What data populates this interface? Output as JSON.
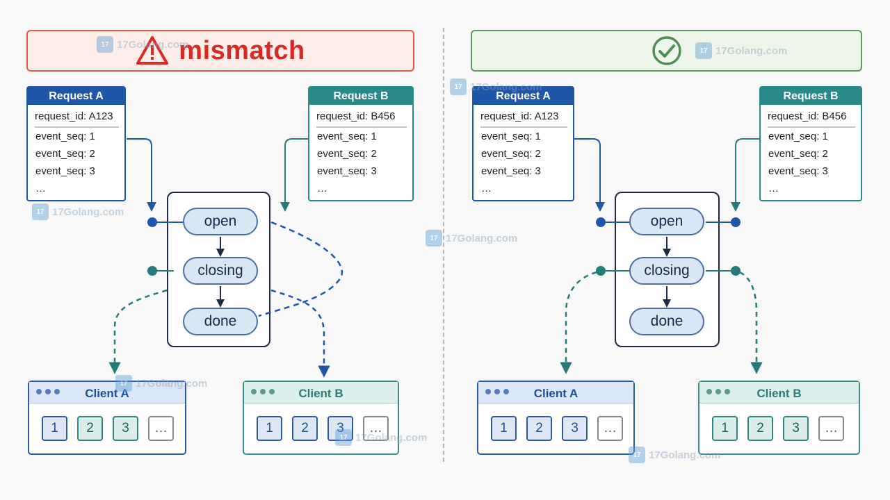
{
  "left": {
    "banner_text": "mismatch",
    "request_a": {
      "title": "Request A",
      "id_label": "request_id:",
      "id_value": "A123",
      "events": [
        "event_seq:  1",
        "event_seq:  2",
        "event_seq:  3",
        "…"
      ]
    },
    "request_b": {
      "title": "Request B",
      "id_label": "request_id:",
      "id_value": "B456",
      "events": [
        "event_seq:  1",
        "event_seq:  2",
        "event_seq:  3",
        "…"
      ]
    },
    "states": [
      "open",
      "closing",
      "done"
    ],
    "client_a": {
      "title": "Client A",
      "cells": [
        "1",
        "2",
        "3",
        "…"
      ]
    },
    "client_b": {
      "title": "Client B",
      "cells": [
        "1",
        "2",
        "3",
        "…"
      ]
    }
  },
  "right": {
    "request_a": {
      "title": "Request A",
      "id_label": "request_id:",
      "id_value": "A123",
      "events": [
        "event_seq:  1",
        "event_seq:  2",
        "event_seq:  3",
        "…"
      ]
    },
    "request_b": {
      "title": "Request B",
      "id_label": "request_id:",
      "id_value": "B456",
      "events": [
        "event_seq:  1",
        "event_seq:  2",
        "event_seq:  3",
        "…"
      ]
    },
    "states": [
      "open",
      "closing",
      "done"
    ],
    "client_a": {
      "title": "Client A",
      "cells": [
        "1",
        "2",
        "3",
        "…"
      ]
    },
    "client_b": {
      "title": "Client B",
      "cells": [
        "1",
        "2",
        "3",
        "…"
      ]
    }
  },
  "watermark": {
    "text": "17Golang.com",
    "logo": "17"
  },
  "colors": {
    "blue": "#1e56a8",
    "teal": "#2a8a8a",
    "error": "#d82a24",
    "ok": "#4e8f52"
  }
}
